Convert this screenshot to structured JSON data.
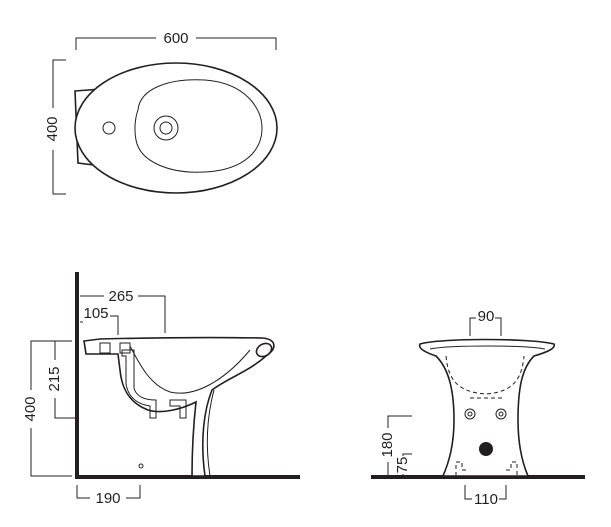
{
  "top_view": {
    "dim_width": "600",
    "dim_depth": "400"
  },
  "side_view": {
    "dim_height": "400",
    "dim_rim_height": "215",
    "dim_inlet": "105",
    "dim_tap": "265",
    "dim_base": "190"
  },
  "front_view": {
    "dim_top": "90",
    "dim_180": "180",
    "dim_75": "75",
    "dim_110": "110"
  }
}
